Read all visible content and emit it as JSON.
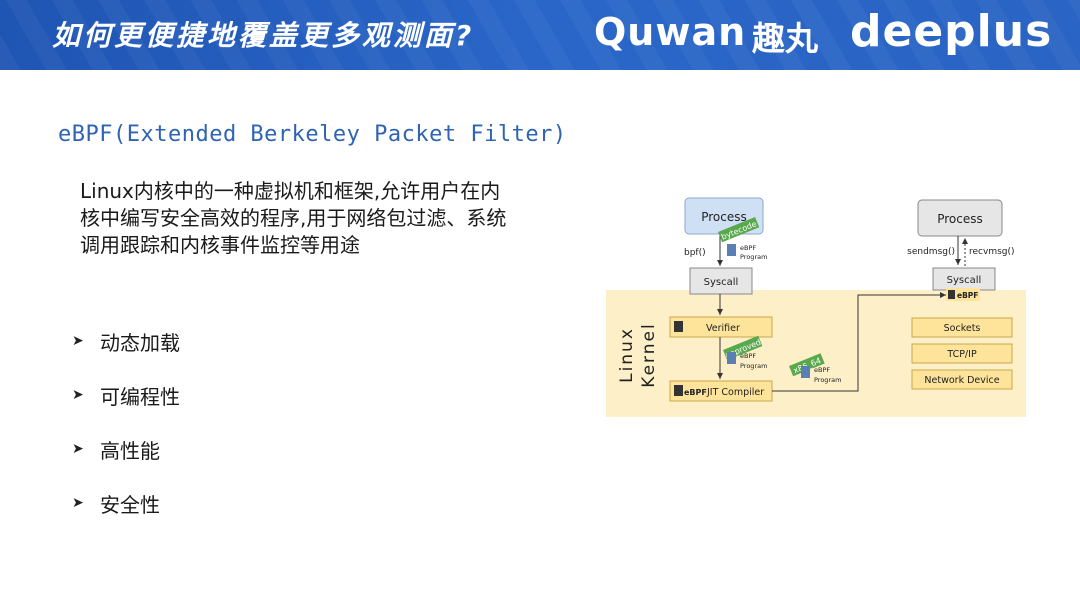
{
  "header": {
    "title": "如何更便捷地覆盖更多观测面?",
    "logo_quwan": "Quwan",
    "logo_qu": "趣丸",
    "logo_deeplus": "deeplus"
  },
  "section_title": "eBPF(Extended Berkeley Packet Filter)",
  "description": "Linux内核中的一种虚拟机和框架,允许用户在内核中编写安全高效的程序,用于网络包过滤、系统调用跟踪和内核事件监控等用途",
  "bullets": [
    {
      "label": "动态加载"
    },
    {
      "label": "可编程性"
    },
    {
      "label": "高性能"
    },
    {
      "label": "安全性"
    }
  ],
  "diagram": {
    "kernel_label_line1": "Linux",
    "kernel_label_line2": "Kernel",
    "left_process": "Process",
    "bpf_call": "bpf()",
    "bytecode_tag": "bytecode",
    "program_label_line1": "eBPF",
    "program_label_line2": "Program",
    "left_syscall": "Syscall",
    "verifier": "Verifier",
    "approved_tag": "approved",
    "jit_compiler": "JIT Compiler",
    "x86_tag": "x86_64",
    "ebpf_badge": "eBPF",
    "right_process": "Process",
    "sendmsg": "sendmsg()",
    "recvmsg": "recvmsg()",
    "right_syscall": "Syscall",
    "sockets": "Sockets",
    "tcpip": "TCP/IP",
    "network_device": "Network Device",
    "colors": {
      "kernel_bg": "#fdf0c8",
      "box_yellow": "#fde49a",
      "process_blue": "#cfe0f5",
      "tag_green": "#5aa84e",
      "gray_box": "#e6e6e6"
    }
  }
}
